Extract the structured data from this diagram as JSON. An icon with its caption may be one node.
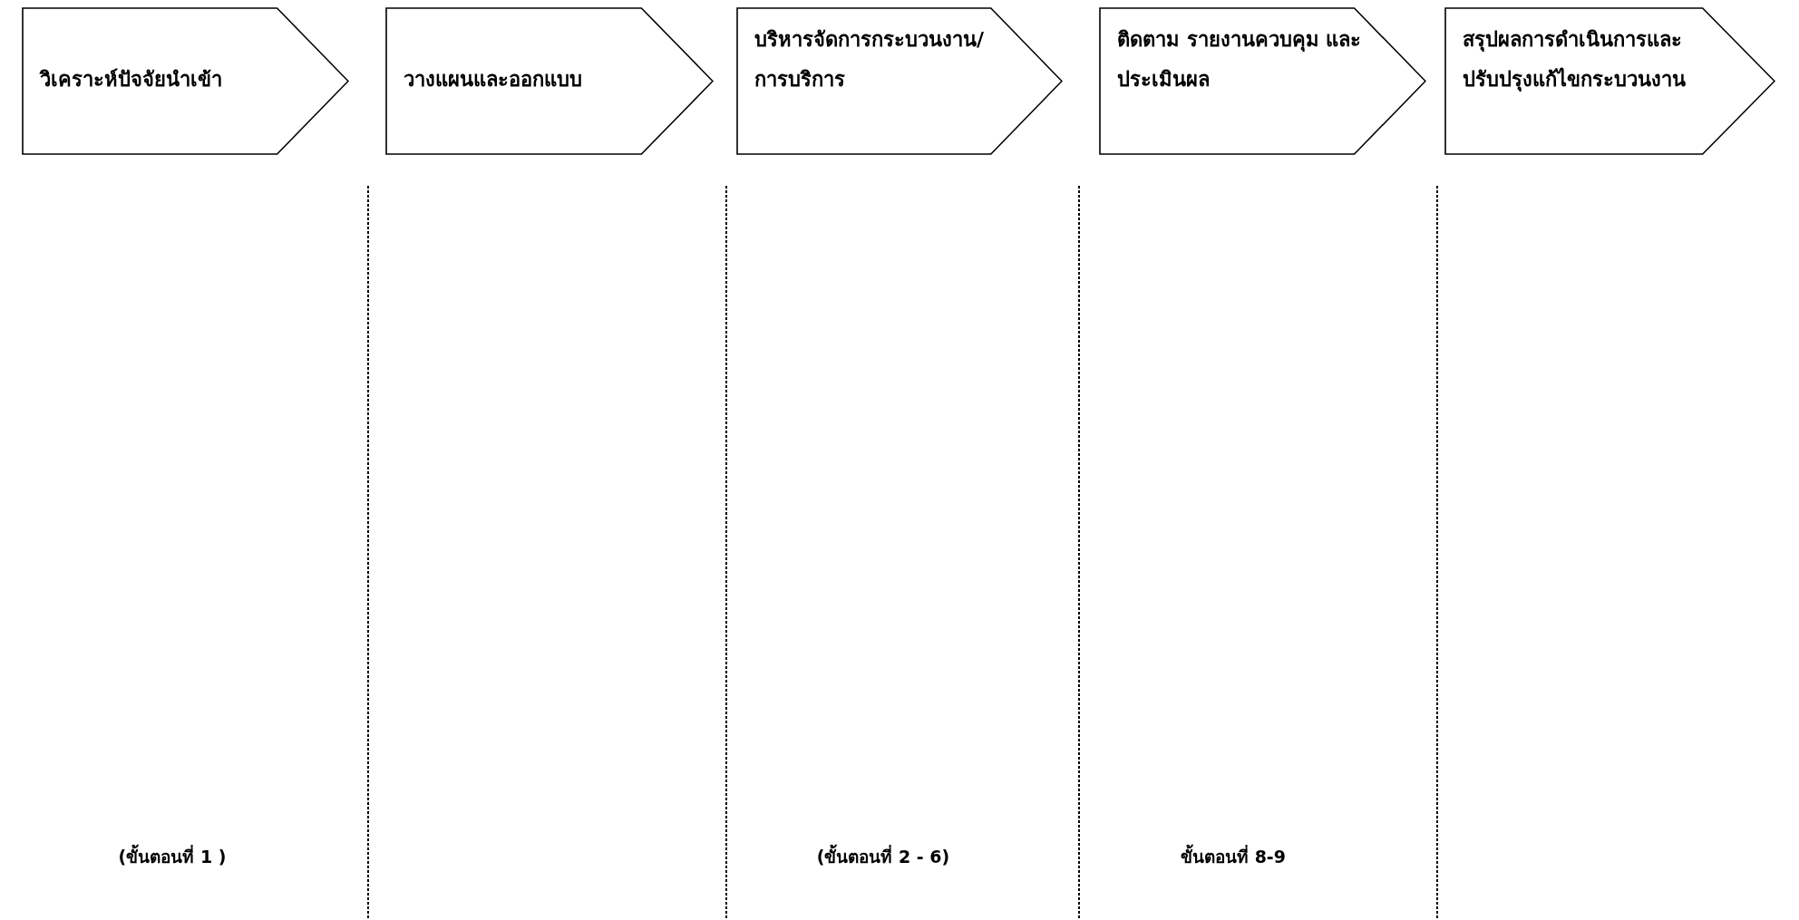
{
  "diagram": {
    "nodes": [
      {
        "text": [
          "วิเคราะห์ปัจจัยนำเข้า"
        ]
      },
      {
        "text": [
          "วางแผนและออกแบบ"
        ]
      },
      {
        "text": [
          "บริหารจัดการกระบวนงาน/ การบริการ"
        ]
      },
      {
        "text": [
          "ติดตาม รายงานควบคุม และประเมินผล"
        ]
      },
      {
        "text": [
          "สรุปผลการดำเนินการและปรับปรุงแก้ไขกระบวนงาน"
        ]
      }
    ],
    "labels": [
      "(ขั้นตอนที่ 1 )",
      "(ขั้นตอนที่ 2 - 6)",
      "ขั้นตอนที่ 8-9"
    ]
  }
}
